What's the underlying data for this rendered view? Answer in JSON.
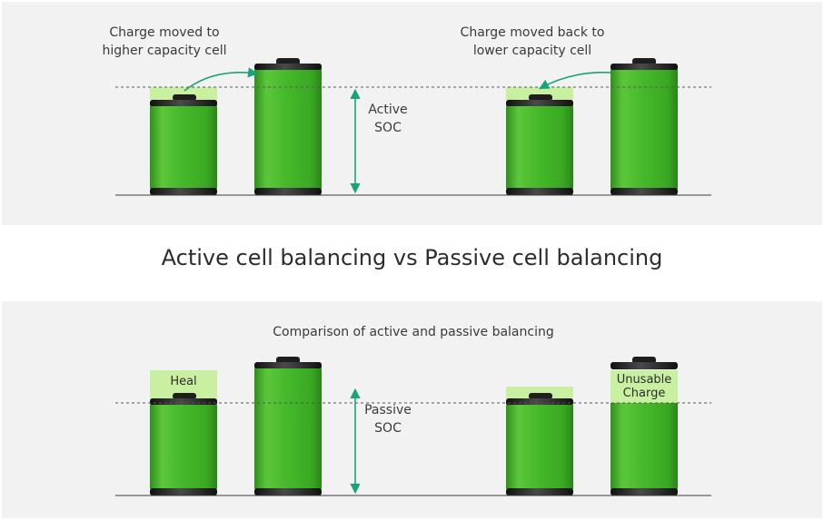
{
  "title": "Active cell balancing vs Passive cell balancing",
  "top": {
    "left_caption_line1": "Charge moved to",
    "left_caption_line2": "higher capacity cell",
    "right_caption_line1": "Charge moved back to",
    "right_caption_line2": "lower capacity cell",
    "soc_line1": "Active",
    "soc_line2": "SOC"
  },
  "bottom": {
    "caption": "Comparison of active and passive balancing",
    "soc_line1": "Passive",
    "soc_line2": "SOC",
    "heal_label": "Heal",
    "unusable_line1": "Unusable",
    "unusable_line2": "Charge"
  },
  "colors": {
    "arrow": "#1aa37a",
    "battery_green": "#44b82a",
    "highlight": "#c8f0a0",
    "cap": "#1e1e1e"
  }
}
